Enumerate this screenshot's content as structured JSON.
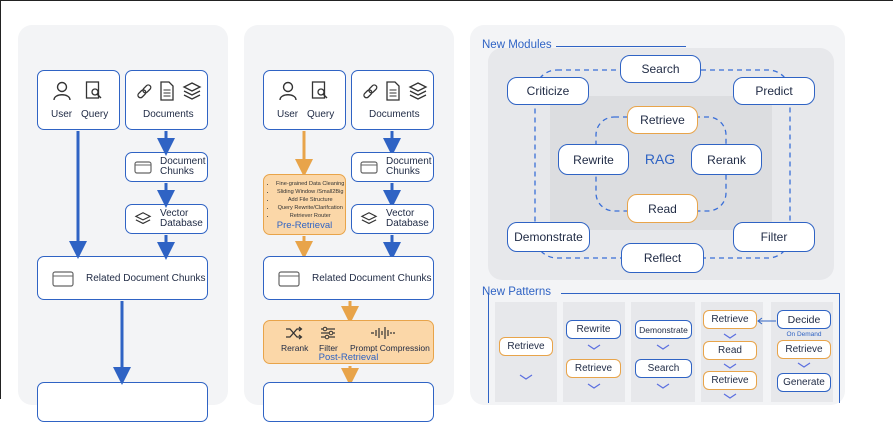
{
  "labels": {
    "user": "User",
    "query": "Query",
    "documents": "Documents",
    "document_chunks": "Document\nChunks",
    "vector_database": "Vector\nDatabase",
    "related_chunks": "Related Document Chunks",
    "pre_retrieval_items": [
      "Fine-grained Data Cleaning",
      "Sliding Window /Small2Big",
      "Add File Structure",
      "Query Rewrite/Clarifcation",
      "Retriever Router"
    ],
    "pre_retrieval": "Pre-Retrieval",
    "rerank": "Rerank",
    "filter": "Filter",
    "prompt_compression": "Prompt Compression",
    "post_retrieval": "Post-Retrieval"
  },
  "modules": {
    "title": "New Modules",
    "search": "Search",
    "criticize": "Criticize",
    "predict": "Predict",
    "retrieve": "Retrieve",
    "rewrite": "Rewrite",
    "rag": "RAG",
    "rerank": "Rerank",
    "read": "Read",
    "demonstrate": "Demonstrate",
    "filter": "Filter",
    "reflect": "Reflect"
  },
  "patterns": {
    "title": "New Patterns",
    "col1": [
      "Retrieve"
    ],
    "col2": [
      "Rewrite",
      "Retrieve"
    ],
    "col3": [
      "Demonstrate",
      "Search"
    ],
    "col4": [
      "Retrieve",
      "Read",
      "Retrieve"
    ],
    "col5": [
      "Decide",
      "Retrieve",
      "Generate"
    ],
    "on_demand": "On Demand"
  },
  "colors": {
    "blue": "#2f63c4",
    "orange": "#e8a44a",
    "orange_fill": "#fbd7a8",
    "panel": "#f3f4f6"
  }
}
